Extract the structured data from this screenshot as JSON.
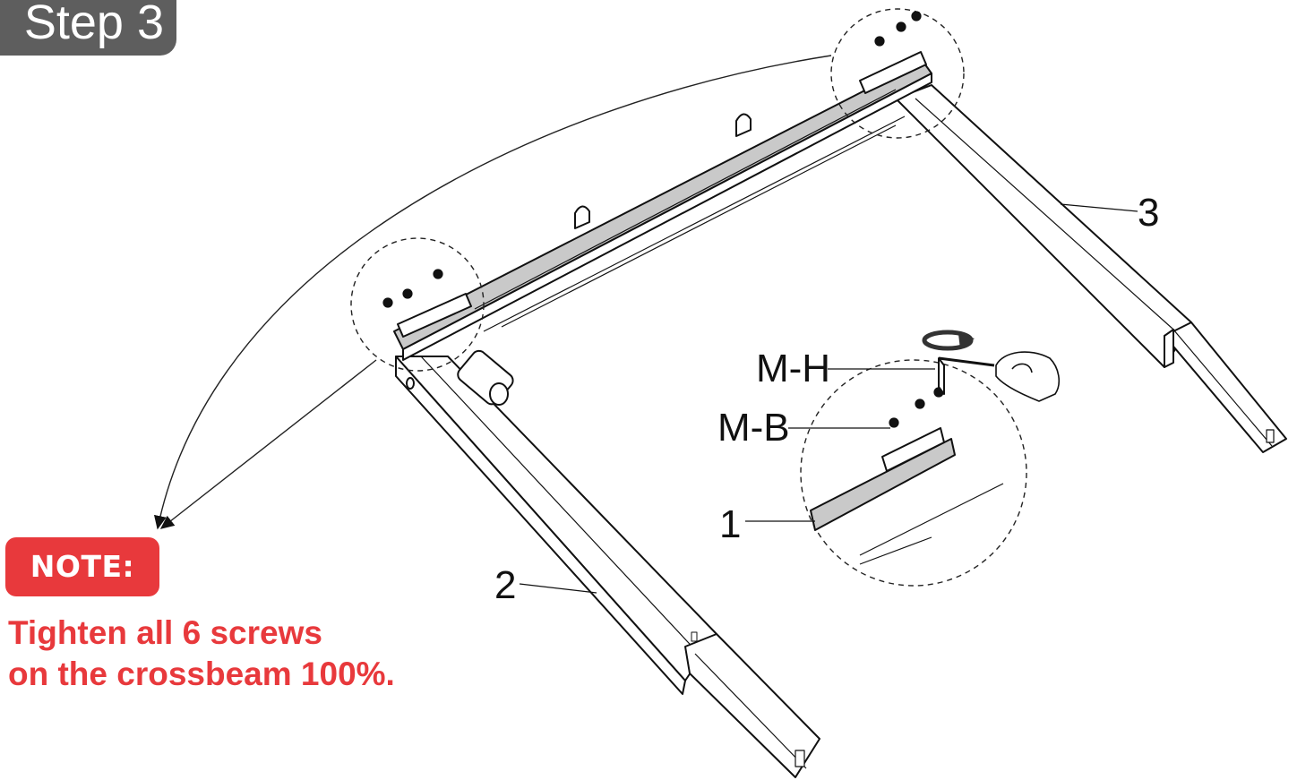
{
  "step": {
    "label": "Step 3"
  },
  "note": {
    "badge": "NOTE:",
    "lines": [
      "Tighten all 6 screws",
      "on the crossbeam 100%."
    ]
  },
  "callouts": {
    "part1": "1",
    "part2": "2",
    "part3": "3",
    "hex_key": "M-H",
    "bolt": "M-B"
  },
  "colors": {
    "note_red": "#e8393c",
    "step_grey": "#5e5e5e",
    "beam_grey": "#c9c9c9"
  },
  "icons": [
    "rotation-arrow-icon",
    "hand-icon",
    "screw-icon"
  ]
}
